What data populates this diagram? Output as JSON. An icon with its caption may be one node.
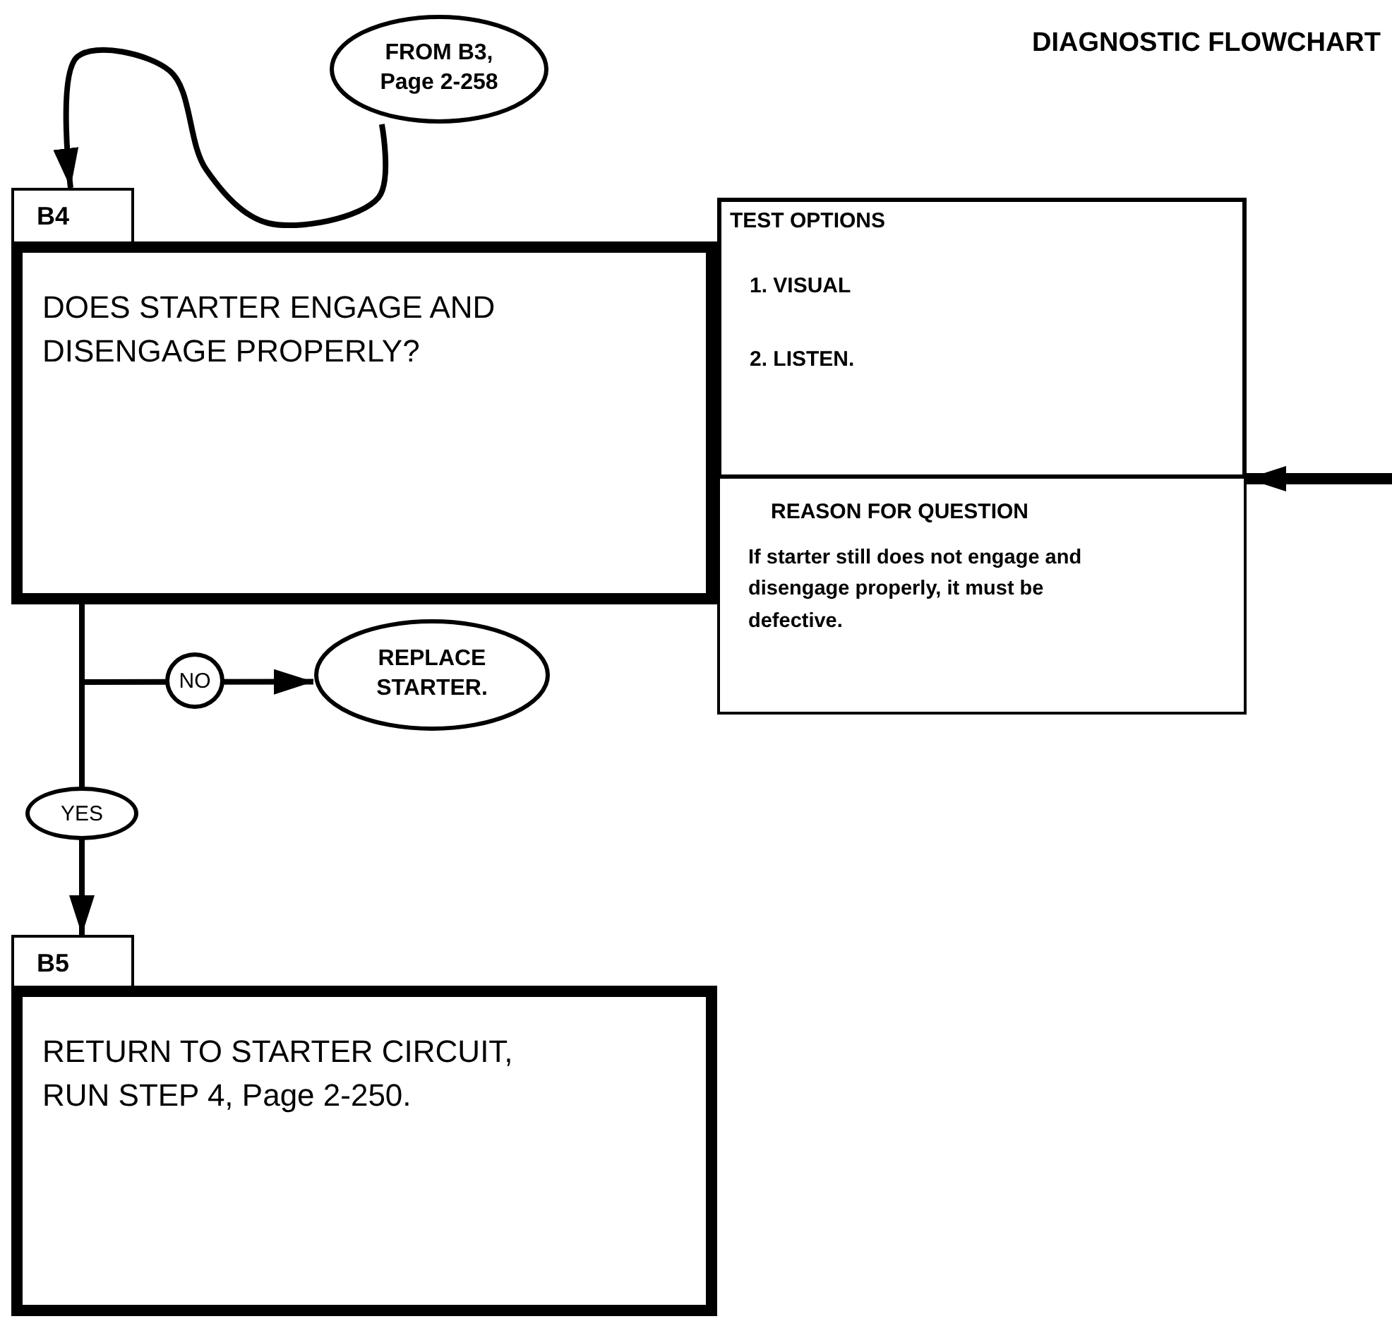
{
  "diagram": {
    "title": "DIAGNOSTIC FLOWCHART",
    "nodes": [
      {
        "text": [
          "FROM B3, Page 2-258"
        ]
      },
      {
        "text": [
          "B4",
          "DOES STARTER ENGAGE AND DISENGAGE PROPERLY?"
        ]
      },
      {
        "text": [
          "TEST OPTIONS",
          "1. VISUAL",
          "2. LISTEN."
        ]
      },
      {
        "text": [
          "REASON FOR QUESTION",
          "If starter still does not engage and disengage properly, it must be defective."
        ]
      },
      {
        "text": [
          "REPLACE STARTER."
        ]
      },
      {
        "text": [
          "B5",
          "RETURN TO STARTER CIRCUIT, RUN STEP 4, Page 2-250."
        ]
      }
    ],
    "edges": [
      {
        "from": 0,
        "to": 1,
        "arrow": "to"
      },
      {
        "from": 1,
        "to": 4,
        "label": "NO",
        "arrow": "to"
      },
      {
        "from": 1,
        "to": 5,
        "label": "YES",
        "arrow": "to"
      },
      {
        "from": null,
        "to": 2,
        "arrow": "to",
        "style": "thick"
      }
    ]
  }
}
